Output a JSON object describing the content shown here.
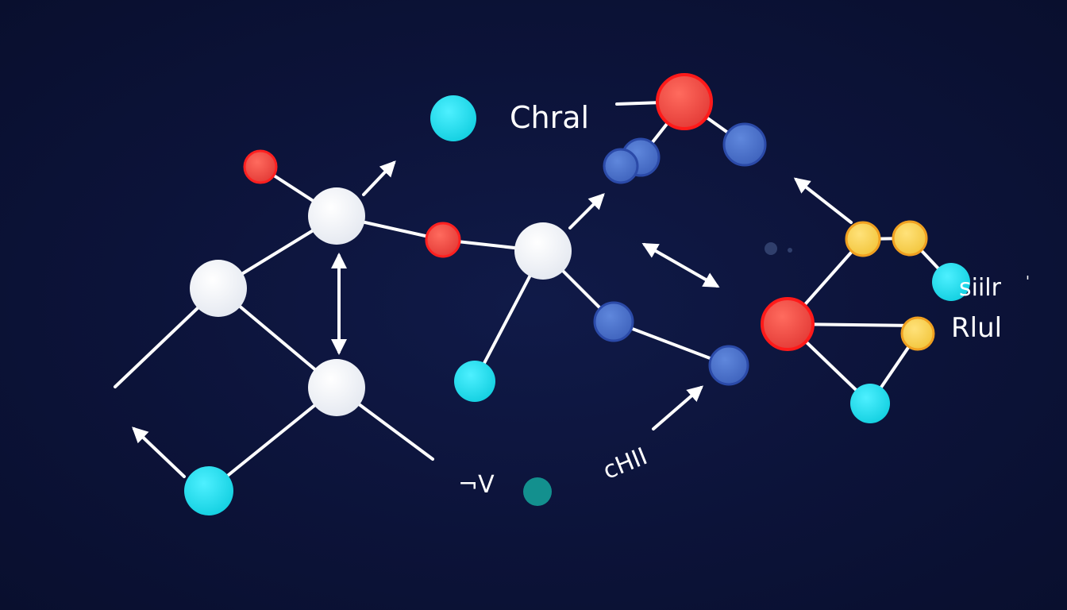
{
  "colors": {
    "background": "#0c1339",
    "bond": "#ffffff",
    "white_atom": "#f4f6fa",
    "red_atom": "#e8403f",
    "red_ring": "#ff2a2a",
    "cyan_atom": "#19dff0",
    "blue_atom": "#4a70c8",
    "blue_ring": "#2b4aa8",
    "yellow_atom": "#f6d24a",
    "yellow_ring": "#f0a020",
    "teal_atom": "#13908e"
  },
  "labels": {
    "chiral": "Chral",
    "chiral_small": "cHII",
    "glyph": "¬V",
    "right_top": "siilr",
    "right_top_tick": "'",
    "right_bottom": "Rlul"
  }
}
